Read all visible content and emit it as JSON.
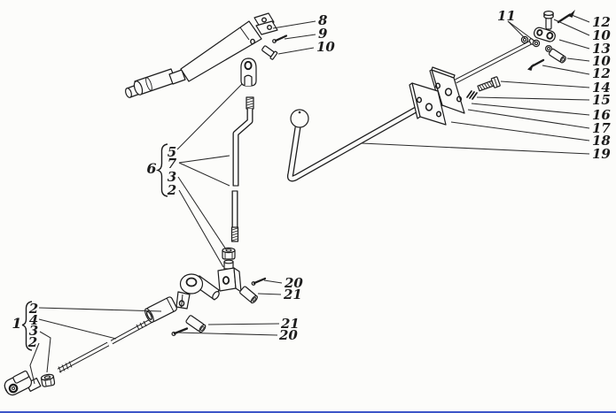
{
  "figure": {
    "type": "exploded-parts-diagram",
    "ink_color": "#1c1c1c",
    "paper_color": "#fcfcfa",
    "bottom_rule_color": "#3d55c8"
  },
  "callouts": {
    "lever_group": {
      "c8": "8",
      "c9": "9",
      "c10": "10"
    },
    "washers_label": "11",
    "right_column": [
      "12",
      "10",
      "13",
      "10",
      "12",
      "14",
      "15",
      "16",
      "17",
      "18",
      "19"
    ],
    "group6": {
      "label": "6",
      "items": [
        "5",
        "7",
        "3",
        "2"
      ]
    },
    "group1": {
      "label": "1",
      "items": [
        "2",
        "4",
        "3",
        "2"
      ]
    },
    "pins_upper": {
      "p20": "20",
      "p21": "21"
    },
    "pins_lower": {
      "p21": "21",
      "p20": "20"
    }
  }
}
